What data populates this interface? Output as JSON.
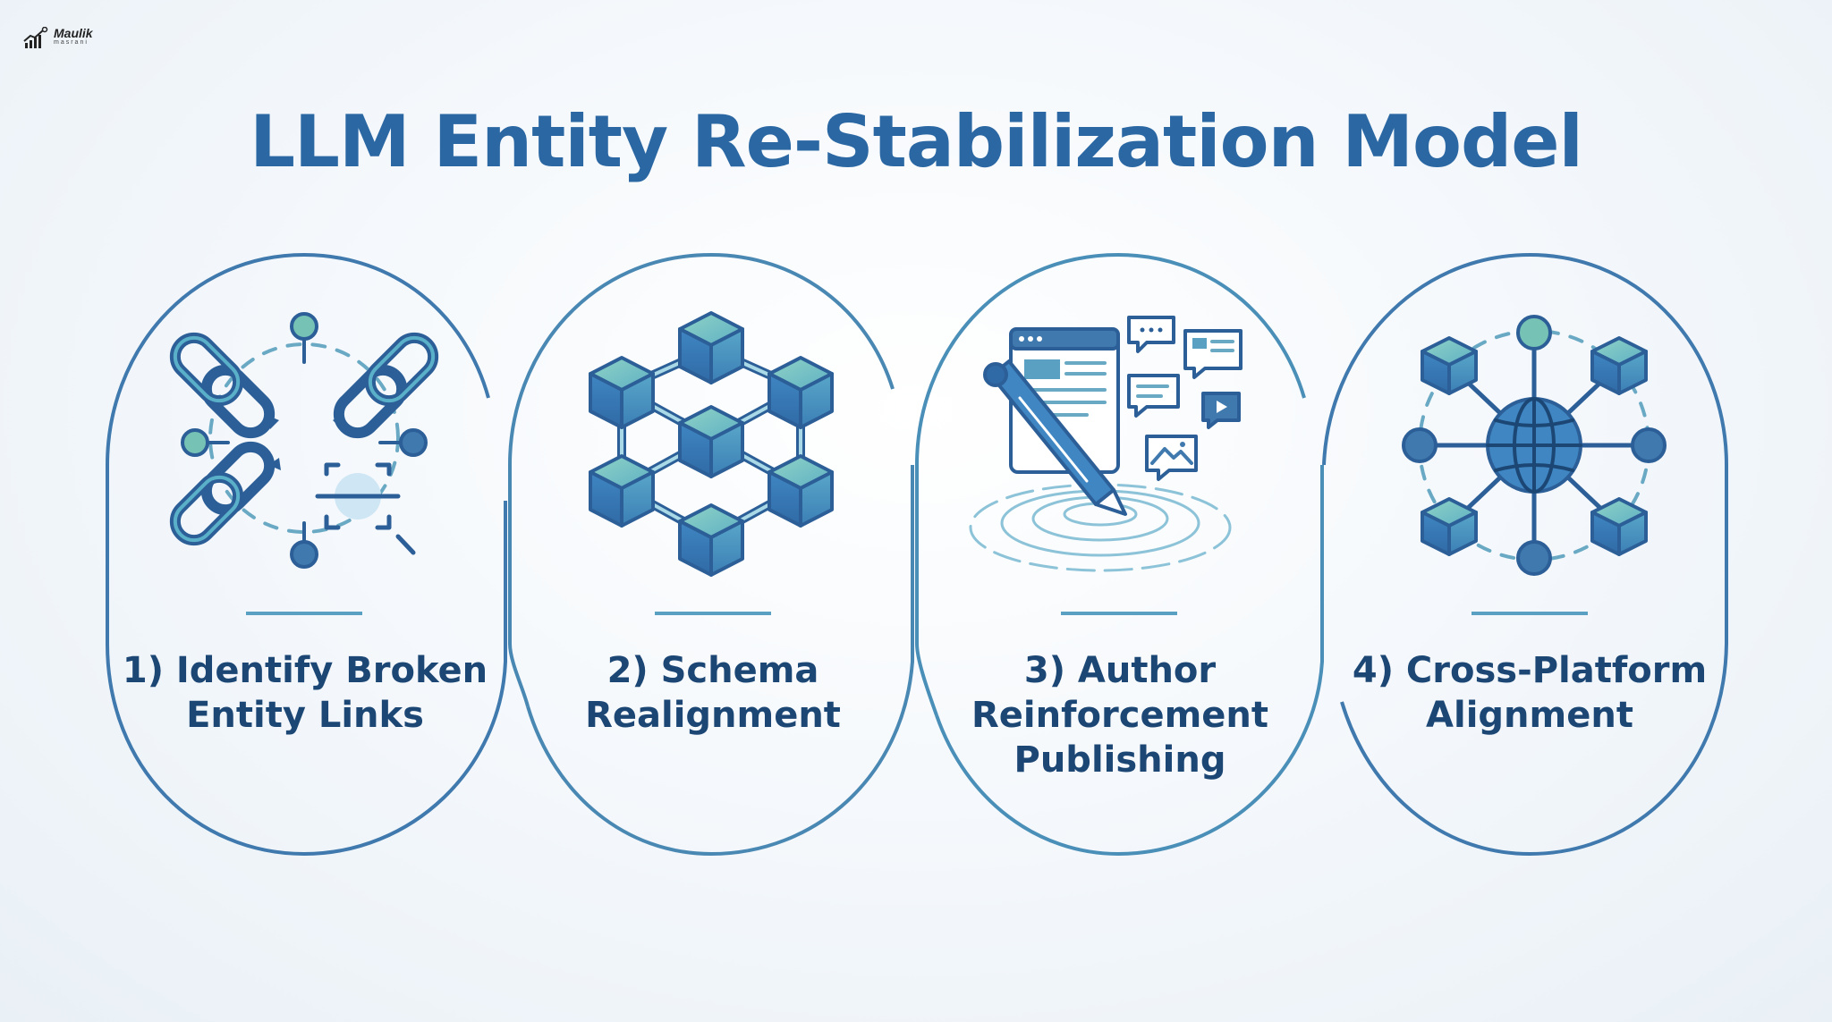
{
  "logo": {
    "line1": "Maulik",
    "line2": "masrani"
  },
  "title": "LLM Entity Re-Stabilization Model",
  "colors": {
    "title": "#2a67a3",
    "label": "#1c4775",
    "ring": "#3f79ad",
    "accent": "#5aa0c2"
  },
  "steps": [
    {
      "lines": [
        "1) Identify Broken",
        "Entity Links"
      ],
      "icon": "broken-chain-icon"
    },
    {
      "lines": [
        "2) Schema",
        "Realignment"
      ],
      "icon": "cube-lattice-icon"
    },
    {
      "lines": [
        "3) Author",
        "Reinforcement",
        "Publishing"
      ],
      "icon": "pen-publishing-icon"
    },
    {
      "lines": [
        "4) Cross-Platform",
        "Alignment"
      ],
      "icon": "globe-network-icon"
    }
  ]
}
